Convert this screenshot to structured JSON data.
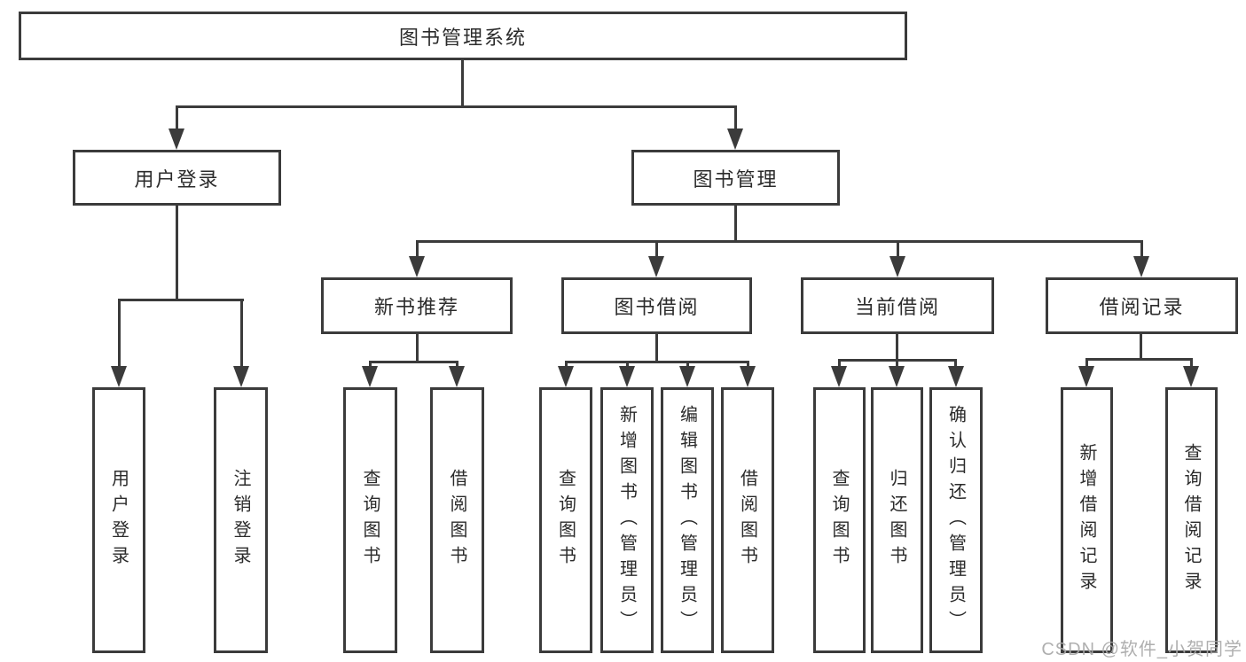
{
  "diagram": {
    "type": "hierarchy-tree",
    "tree": {
      "root": "图书管理系统",
      "children": [
        {
          "label": "用户登录",
          "children": [
            "用户登录",
            "注销登录"
          ]
        },
        {
          "label": "图书管理",
          "children": [
            {
              "label": "新书推荐",
              "children": [
                "查询图书",
                "借阅图书"
              ]
            },
            {
              "label": "图书借阅",
              "children": [
                "查询图书",
                "新增图书（管理员）",
                "编辑图书（管理员）",
                "借阅图书"
              ]
            },
            {
              "label": "当前借阅",
              "children": [
                "查询图书",
                "归还图书",
                "确认归还（管理员）"
              ]
            },
            {
              "label": "借阅记录",
              "children": [
                "新增借阅记录",
                "查询借阅记录"
              ]
            }
          ]
        }
      ]
    },
    "colors": {
      "line": "#3b3b3b",
      "text": "#2b2b2b",
      "background": "#ffffff",
      "watermark": "#a9a9a9"
    }
  },
  "watermark": {
    "text": "CSDN @软件_小贺同学"
  }
}
